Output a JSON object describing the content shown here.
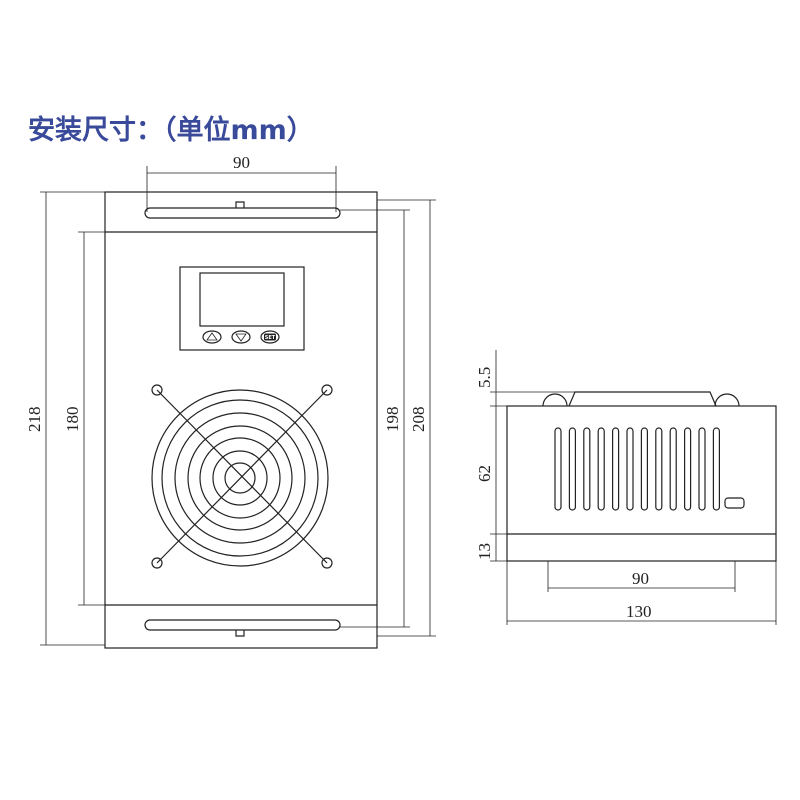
{
  "title": "安装尺寸：（单位mm）",
  "front_view": {
    "width_slot": "90",
    "height_total": "218",
    "height_panel": "180",
    "height_slots": "198",
    "height_plate": "208",
    "buttons": [
      "up",
      "down",
      "SET"
    ]
  },
  "side_view": {
    "top_clearance": "5.5",
    "body_height": "62",
    "base_height": "13",
    "mount_width": "90",
    "total_width": "130"
  }
}
